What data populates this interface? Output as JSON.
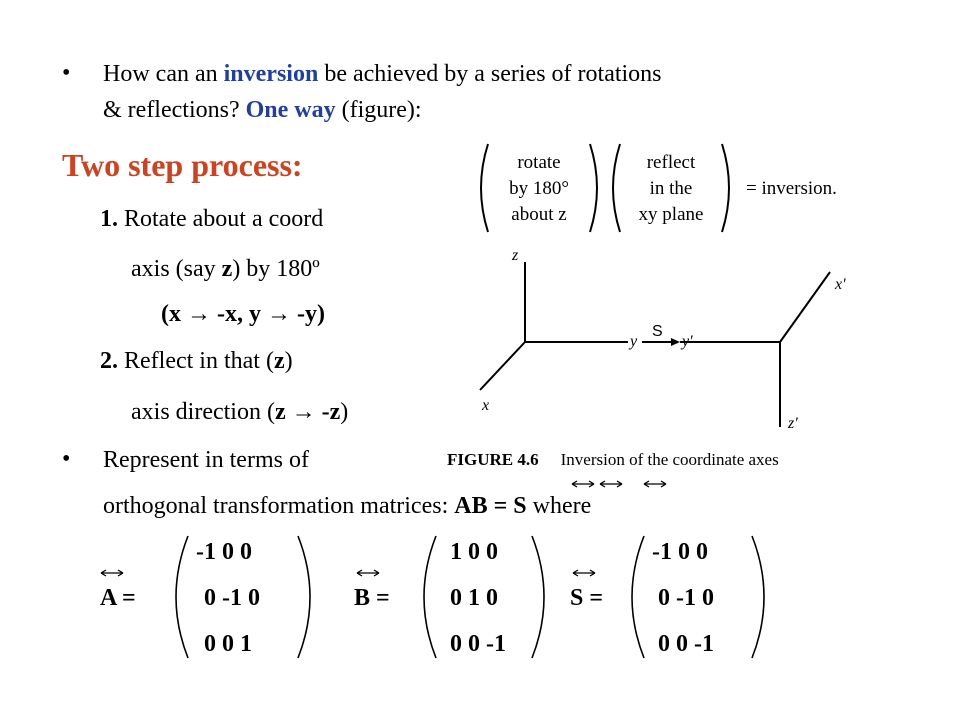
{
  "bullet1": {
    "line1_pre": "How can an ",
    "line1_inversion": "inversion",
    "line1_post": " be achieved by a series of rotations",
    "line2_pre": "& reflections? ",
    "line2_oneway": "One way",
    "line2_post": " (figure):"
  },
  "heading": "Two step process:",
  "steps": {
    "s1_num": "1.",
    "s1_text": " Rotate about a  coord",
    "s1_line2_pre": "axis (say ",
    "s1_line2_z": "z",
    "s1_line2_post": ") by 180º",
    "s1_line3": "(x  → -x, y  → -y)",
    "s2_num": "2.",
    "s2_text_pre": " Reflect in that (",
    "s2_z": "z",
    "s2_text_post": ")",
    "s2_line2_pre": "axis direction (",
    "s2_line2_expr": "z  → -z",
    "s2_line2_post": ")"
  },
  "bullet2": {
    "line1": "Represent in terms of",
    "line2_pre": "orthogonal transformation  matrices: ",
    "line2_eq": "AB = S",
    "line2_post": " where"
  },
  "figure": {
    "box1_l1": "rotate",
    "box1_l2": "by 180°",
    "box1_l3": "about z",
    "box2_l1": "reflect",
    "box2_l2": "in the",
    "box2_l3": "xy plane",
    "equals": "= inversion.",
    "axis_z": "z",
    "axis_y": "y",
    "axis_x": "x",
    "axis_S": "S",
    "axis_yp": "y'",
    "axis_xp": "x'",
    "axis_zp": "z'",
    "caption_num": "FIGURE 4.6",
    "caption_text": "Inversion of the coordinate axes"
  },
  "matrices": {
    "A_label": "A =",
    "A_r1": "-1  0 0",
    "A_r2": "0 -1 0",
    "A_r3": "0  0 1",
    "B_label": "B =",
    "B_r1": "1 0  0",
    "B_r2": "0 1  0",
    "B_r3": "0 0 -1",
    "S_label": "S =",
    "S_r1": "-1   0  0",
    "S_r2": "0  -1   0",
    "S_r3": "0   0  -1"
  }
}
